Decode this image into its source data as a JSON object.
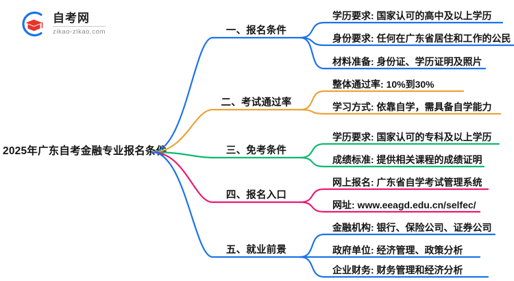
{
  "logo": {
    "title": "自考网",
    "domain": "zikao-zikao.com",
    "mark_icon": "graduation-cap-icon",
    "ring_color": "#1a73e8",
    "cap_color": "#e8342a"
  },
  "root": {
    "label": "2025年广东自考金融专业报名条件"
  },
  "colors": {
    "blue": "#1a73e8",
    "orange": "#eaa338",
    "green": "#0cb96e",
    "magenta": "#ea1a72",
    "text": "#141414"
  },
  "branches": [
    {
      "id": "branch-1",
      "label": "一、报名条件",
      "color": "#1a73e8",
      "items": [
        {
          "label": "学历要求: 国家认可的高中及以上学历"
        },
        {
          "label": "身份要求: 任何在广东省居住和工作的公民"
        },
        {
          "label": "材料准备: 身份证、学历证明及照片"
        }
      ]
    },
    {
      "id": "branch-2",
      "label": "二、考试通过率",
      "color": "#eaa338",
      "items": [
        {
          "label": "整体通过率: 10%到30%"
        },
        {
          "label": "学习方式: 依靠自学，需具备自学能力"
        }
      ]
    },
    {
      "id": "branch-3",
      "label": "三、免考条件",
      "color": "#0cb96e",
      "items": [
        {
          "label": "学历要求: 国家认可的专科及以上学历"
        },
        {
          "label": "成绩标准: 提供相关课程的成绩证明"
        }
      ]
    },
    {
      "id": "branch-4",
      "label": "四、报名入口",
      "color": "#ea1a72",
      "items": [
        {
          "label": "网上报名: 广东省自学考试管理系统"
        },
        {
          "label": "网址: www.eeagd.edu.cn/selfec/"
        }
      ]
    },
    {
      "id": "branch-5",
      "label": "五、就业前景",
      "color": "#1a73e8",
      "items": [
        {
          "label": "金融机构: 银行、保险公司、证券公司"
        },
        {
          "label": "政府单位: 经济管理、政策分析"
        },
        {
          "label": "企业财务: 财务管理和经济分析"
        }
      ]
    }
  ]
}
